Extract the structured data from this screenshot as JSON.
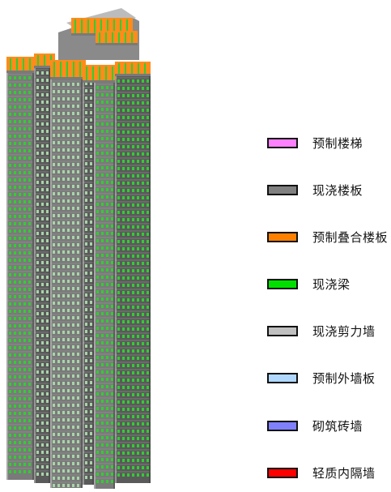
{
  "legend": {
    "items": [
      {
        "label": "预制楼梯",
        "color": "#ff80ff"
      },
      {
        "label": "现浇楼板",
        "color": "#808080"
      },
      {
        "label": "预制叠合楼板",
        "color": "#ff8000"
      },
      {
        "label": "现浇梁",
        "color": "#00e000"
      },
      {
        "label": "现浇剪力墙",
        "color": "#c0c0c0"
      },
      {
        "label": "预制外墙板",
        "color": "#b0d8ff"
      },
      {
        "label": "砌筑砖墙",
        "color": "#8080ff"
      },
      {
        "label": "轻质内隔墙",
        "color": "#ff0000"
      }
    ]
  },
  "colors": {
    "facade_dark": "#5a5a5a",
    "facade_mid": "#7a7a7a",
    "window_green": "#33cc33",
    "roof_orange": "#ff8c1a"
  }
}
